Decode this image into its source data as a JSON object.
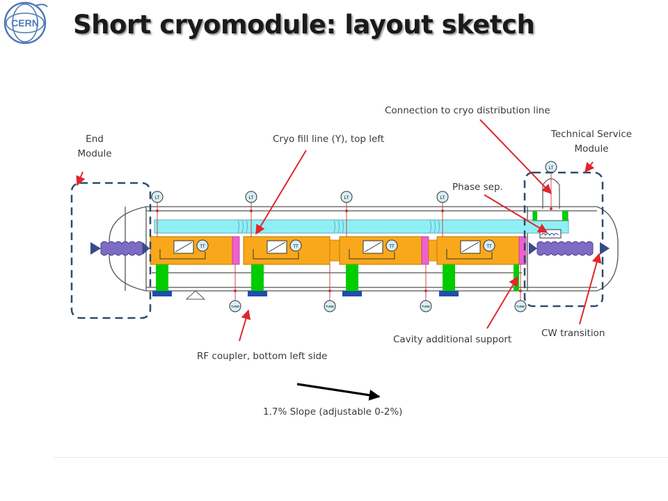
{
  "slide": {
    "title": "Short cryomodule: layout sketch",
    "logo_text": "CERN"
  },
  "diagram": {
    "component_labels": {
      "level": "LT",
      "temperature": "TT",
      "tune": "TUNE"
    }
  },
  "annotations": {
    "end_module_1": "End",
    "end_module_2": "Module",
    "cryo_fill": "Cryo fill line (Y), top left",
    "connection": "Connection to cryo distribution line",
    "tech_service_1": "Technical Service",
    "tech_service_2": "Module",
    "phase_sep": "Phase sep.",
    "cavity_support": "Cavity additional support",
    "cw_transition": "CW transition",
    "rf_coupler": "RF coupler, bottom left side",
    "slope": "1.7% Slope (adjustable 0-2%)"
  },
  "colors": {
    "arrow_red": "#e0262b",
    "dashed_box": "#2e4a6b",
    "cryo_line": "#8ff0f4",
    "cavity": "#f9a81b",
    "bellows": "#f060d0",
    "support": "#00cc00",
    "base": "#1f4fa8",
    "vessel": "#555555",
    "end_bellows": "#7d6cc4"
  }
}
